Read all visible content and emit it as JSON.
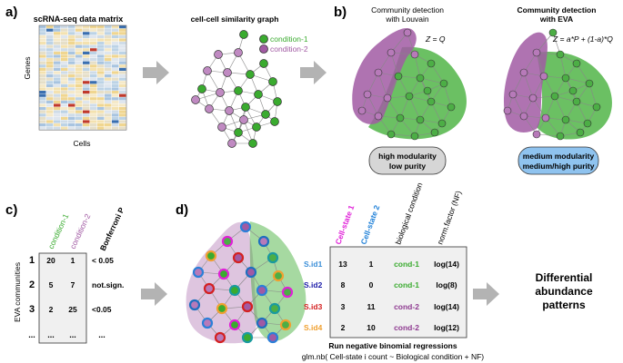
{
  "panels": {
    "a": "a)",
    "b": "b)",
    "c": "c)",
    "d": "d)"
  },
  "panel_a": {
    "matrix_title": "scRNA-seq data matrix",
    "genes_label": "Genes",
    "cells_label": "Cells",
    "graph_title": "cell-cell similarity graph",
    "legend": [
      "condition-1",
      "condition-2"
    ]
  },
  "panel_b": {
    "louvain_title": [
      "Community detection",
      "with Louvain"
    ],
    "louvain_formula": "Z = Q",
    "louvain_box": [
      "high modularity",
      "low purity"
    ],
    "eva_title": [
      "Community detection",
      "with EVA"
    ],
    "eva_formula": "Z = a*P + (1-a)*Q",
    "eva_box": [
      "medium modularity",
      "medium/high purity"
    ]
  },
  "panel_c": {
    "col_headers": [
      "condition-1",
      "condition-2",
      "Bonferroni P"
    ],
    "row_axis_label": "EVA communities",
    "rows": [
      {
        "id": "1",
        "c1": "20",
        "c2": "1",
        "p": "< 0.05"
      },
      {
        "id": "2",
        "c1": "5",
        "c2": "7",
        "p": "not.sign."
      },
      {
        "id": "3",
        "c1": "2",
        "c2": "25",
        "p": "<0.05"
      },
      {
        "id": "...",
        "c1": "...",
        "c2": "...",
        "p": "..."
      }
    ]
  },
  "panel_d": {
    "col_headers": [
      "Cell-state 1",
      "Cell-state 2",
      "biological condition",
      "norm.factor (NF)"
    ],
    "rows": [
      {
        "id": "S.id1",
        "cs1": "13",
        "cs2": "1",
        "cond": "cond-1",
        "nf": "log(14)"
      },
      {
        "id": "S.id2",
        "cs1": "8",
        "cs2": "0",
        "cond": "cond-1",
        "nf": "log(8)"
      },
      {
        "id": "S.id3",
        "cs1": "3",
        "cs2": "11",
        "cond": "cond-2",
        "nf": "log(14)"
      },
      {
        "id": "S.id4",
        "cs1": "2",
        "cs2": "10",
        "cond": "cond-2",
        "nf": "log(12)"
      }
    ],
    "regression_title": "Run negative binomial regressions",
    "regression_formula": "glm.nb( Cell-state i count ~ Biological condition + NF)",
    "result": [
      "Differential",
      "abundance",
      "patterns"
    ]
  },
  "colors": {
    "condition1": "#3aab2f",
    "condition2": "#a15aa3",
    "louvain_box": "#d6d6d6",
    "eva_box": "#8fc3ef",
    "arrow": "#b3b3b3",
    "cellstate1": "#e020d8",
    "cellstate2": "#1f80d8",
    "sid1": "#3b8fd8",
    "sid2": "#1a1aa8",
    "sid3": "#d42020",
    "sid4": "#f0a030"
  }
}
